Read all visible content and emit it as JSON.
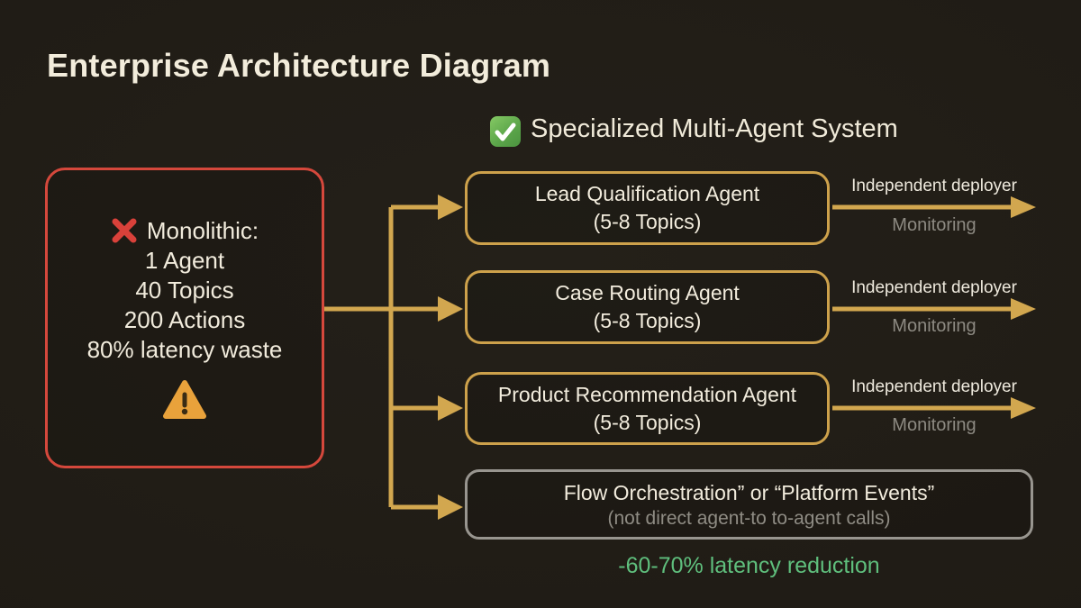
{
  "title": "Enterprise Architecture Diagram",
  "monolith": {
    "cross_icon": "red-cross",
    "heading": "Monolithic:",
    "lines": [
      "1 Agent",
      "40 Topics",
      "200 Actions",
      "80% latency waste"
    ],
    "warning_icon": "warning-triangle"
  },
  "multi_agent": {
    "check_icon": "green-checkmark",
    "header": "Specialized Multi-Agent System",
    "agents": [
      {
        "name": "Lead Qualification Agent",
        "subtitle": "(5-8 Topics)",
        "arrow_label_top": "Independent deployer",
        "arrow_label_bottom": "Monitoring"
      },
      {
        "name": "Case Routing Agent",
        "subtitle": "(5-8 Topics)",
        "arrow_label_top": "Independent deployer",
        "arrow_label_bottom": "Monitoring"
      },
      {
        "name": "Product Recommendation Agent",
        "subtitle": "(5-8 Topics)",
        "arrow_label_top": "Independent deployer",
        "arrow_label_bottom": "Monitoring"
      }
    ],
    "orchestration": {
      "line1": "Flow Orchestration” or “Platform Events”",
      "line2": "(not direct agent-to to-agent calls)"
    },
    "footer": "-60-70% latency reduction"
  },
  "colors": {
    "background": "#1f1b15",
    "title_text": "#f2ecdb",
    "agent_border_gold": "#cda14b",
    "arrow_gold": "#d2a74f",
    "monolith_border_red": "#d5483c",
    "cross_red": "#d9413a",
    "warning_orange": "#e9a23b",
    "check_green": "#5aa449",
    "orchestration_border_gray": "#98958f",
    "muted_text_gray": "#8d8a82",
    "footer_green": "#5fbf7d"
  }
}
